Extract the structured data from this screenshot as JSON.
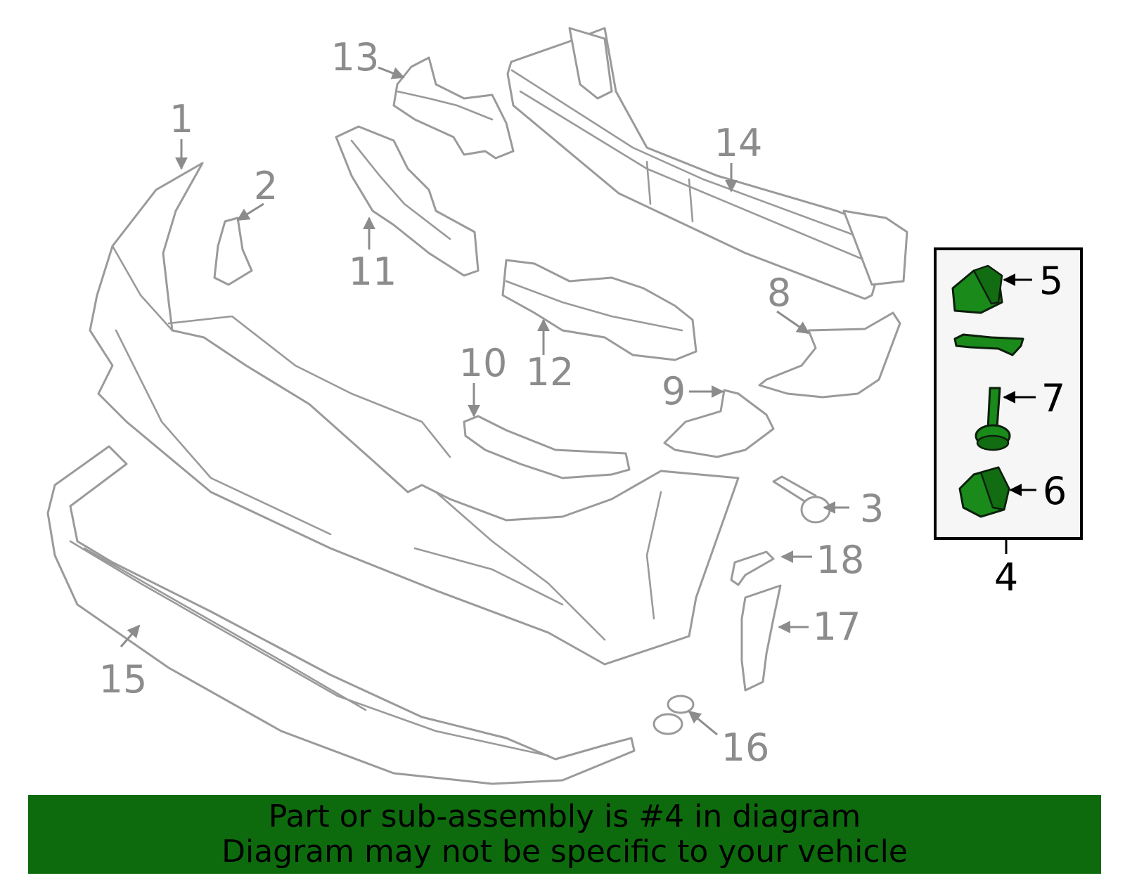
{
  "labels": {
    "p1": "1",
    "p2": "2",
    "p3": "3",
    "p4": "4",
    "p5": "5",
    "p6": "6",
    "p7": "7",
    "p8": "8",
    "p9": "9",
    "p10": "10",
    "p11": "11",
    "p12": "12",
    "p13": "13",
    "p14": "14",
    "p15": "15",
    "p16": "16",
    "p17": "17",
    "p18": "18"
  },
  "banner": {
    "line1": "Part or sub-assembly is #4 in diagram",
    "line2": "Diagram may not be specific to your vehicle"
  },
  "colors": {
    "highlight": "#1a8a1a",
    "banner": "#0d6b0d",
    "part_outline": "#9a9a9a",
    "label_gray": "#8c8c8c"
  }
}
